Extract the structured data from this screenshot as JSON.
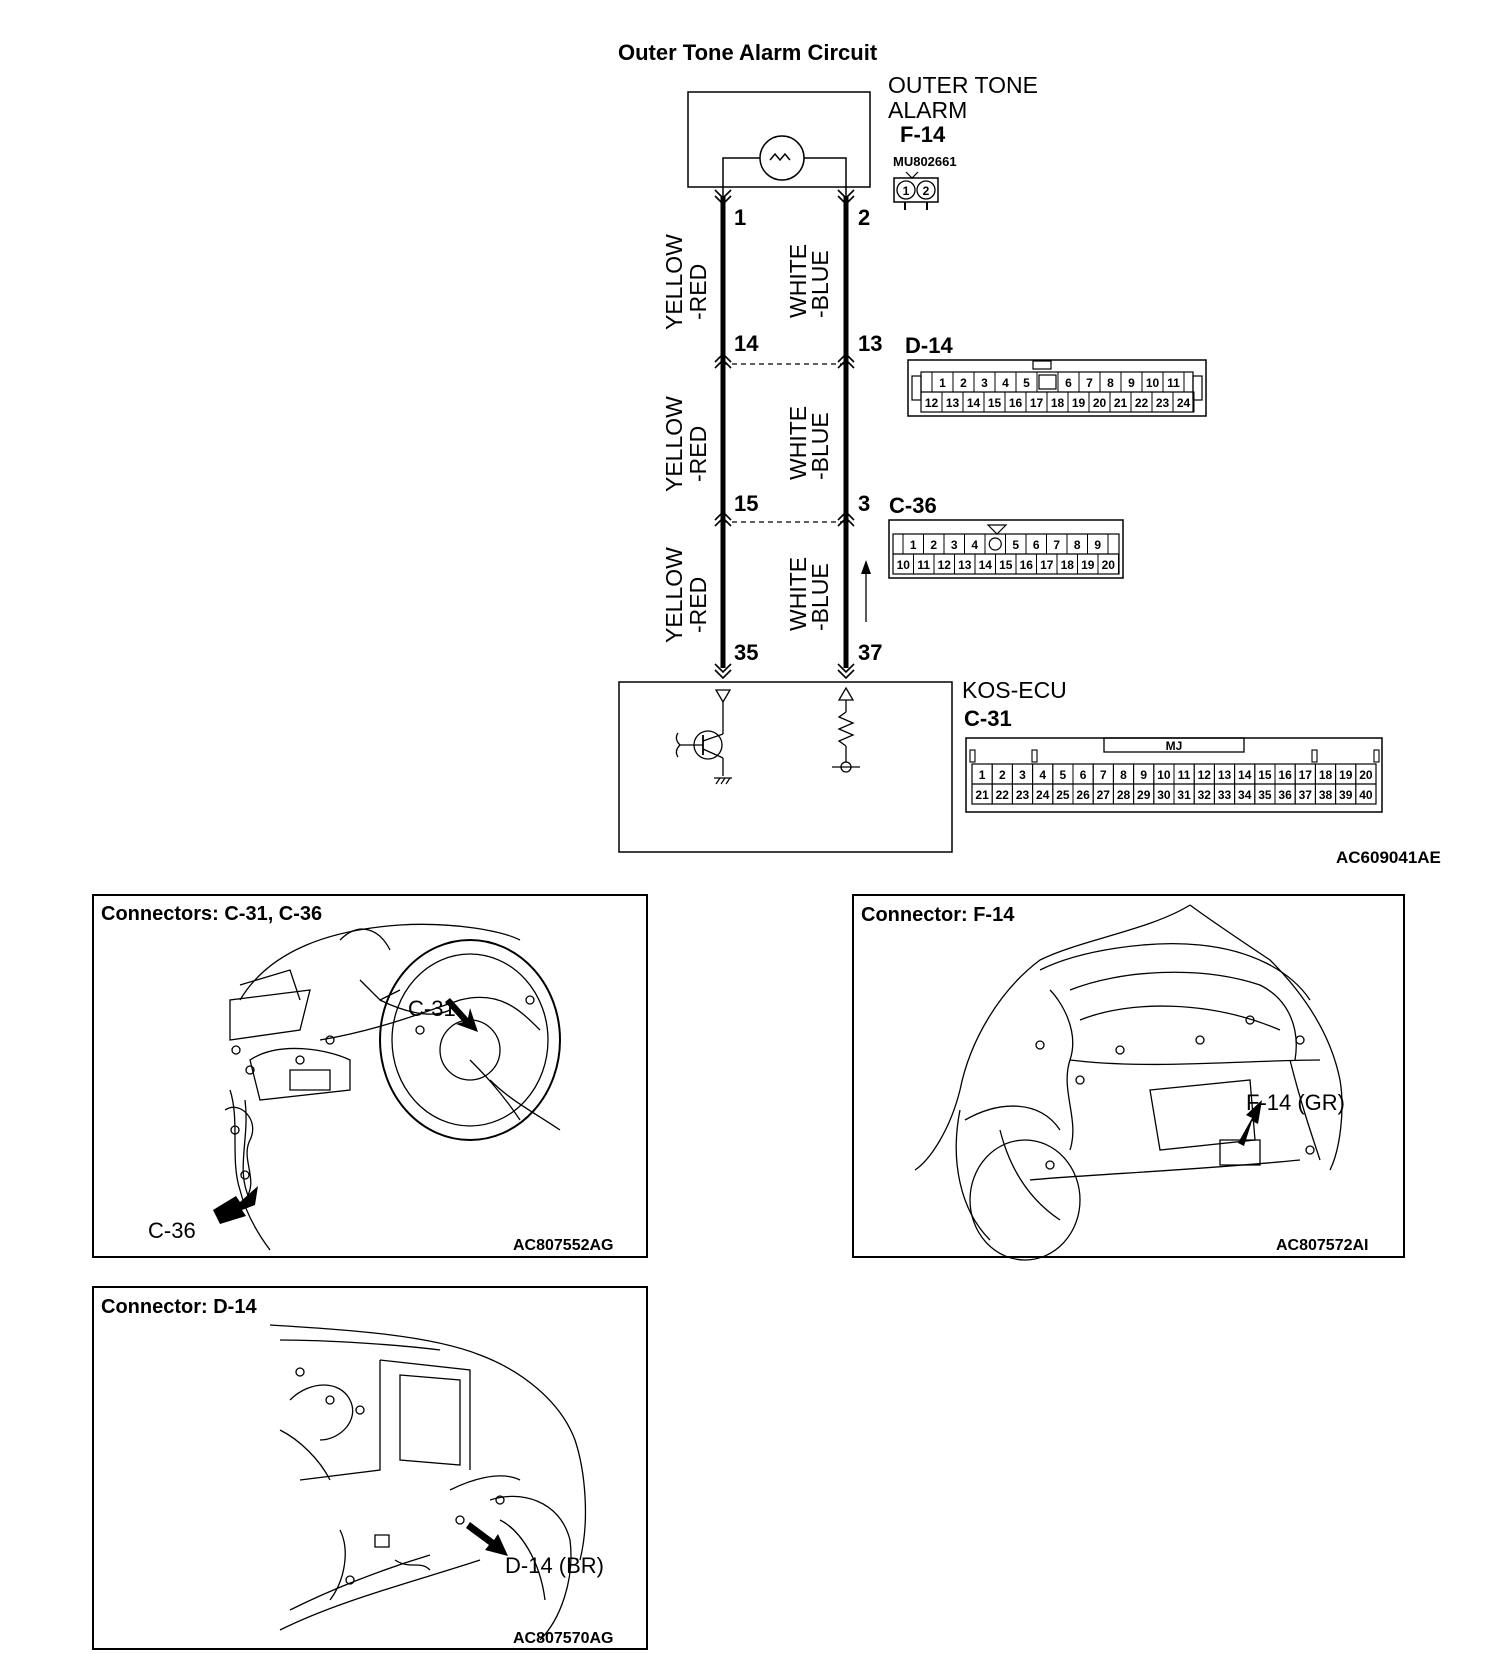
{
  "title": "Outer Tone Alarm Circuit",
  "alarm": {
    "name_line1": "OUTER TONE",
    "name_line2": "ALARM",
    "connector": "F-14",
    "part_number": "MU802661",
    "pins": [
      "1",
      "2"
    ]
  },
  "wires": {
    "left_color_line1": "YELLOW",
    "left_color_line2": "-RED",
    "right_color_line1": "WHITE",
    "right_color_line2": "-BLUE"
  },
  "terminals": {
    "alarm_left": "1",
    "alarm_right": "2",
    "d14_left": "14",
    "d14_right": "13",
    "c36_left": "15",
    "c36_right": "3",
    "ecu_left": "35",
    "ecu_right": "37"
  },
  "connector_d14": {
    "label": "D-14",
    "row1": [
      "1",
      "2",
      "3",
      "4",
      "5",
      "",
      "6",
      "7",
      "8",
      "9",
      "10",
      "11"
    ],
    "row2": [
      "12",
      "13",
      "14",
      "15",
      "16",
      "17",
      "18",
      "19",
      "20",
      "21",
      "22",
      "23",
      "24"
    ]
  },
  "connector_c36": {
    "label": "C-36",
    "row1": [
      "1",
      "2",
      "3",
      "4",
      "",
      "5",
      "6",
      "7",
      "8",
      "9"
    ],
    "row2": [
      "10",
      "11",
      "12",
      "13",
      "14",
      "15",
      "16",
      "17",
      "18",
      "19",
      "20"
    ]
  },
  "ecu": {
    "name": "KOS-ECU",
    "connector": "C-31",
    "key_label": "MJ",
    "row1": [
      "1",
      "2",
      "3",
      "4",
      "5",
      "6",
      "7",
      "8",
      "9",
      "10",
      "11",
      "12",
      "13",
      "14",
      "15",
      "16",
      "17",
      "18",
      "19",
      "20"
    ],
    "row2": [
      "21",
      "22",
      "23",
      "24",
      "25",
      "26",
      "27",
      "28",
      "29",
      "30",
      "31",
      "32",
      "33",
      "34",
      "35",
      "36",
      "37",
      "38",
      "39",
      "40"
    ]
  },
  "figure_code_main": "AC609041AE",
  "panels": {
    "c31_c36": {
      "title": "Connectors: C-31, C-36",
      "callout_a": "C-31",
      "callout_b": "C-36",
      "code": "AC807552AG"
    },
    "f14": {
      "title": "Connector: F-14",
      "callout": "F-14 (GR)",
      "code": "AC807572AI"
    },
    "d14": {
      "title": "Connector: D-14",
      "callout": "D-14 (BR)",
      "code": "AC807570AG"
    }
  }
}
